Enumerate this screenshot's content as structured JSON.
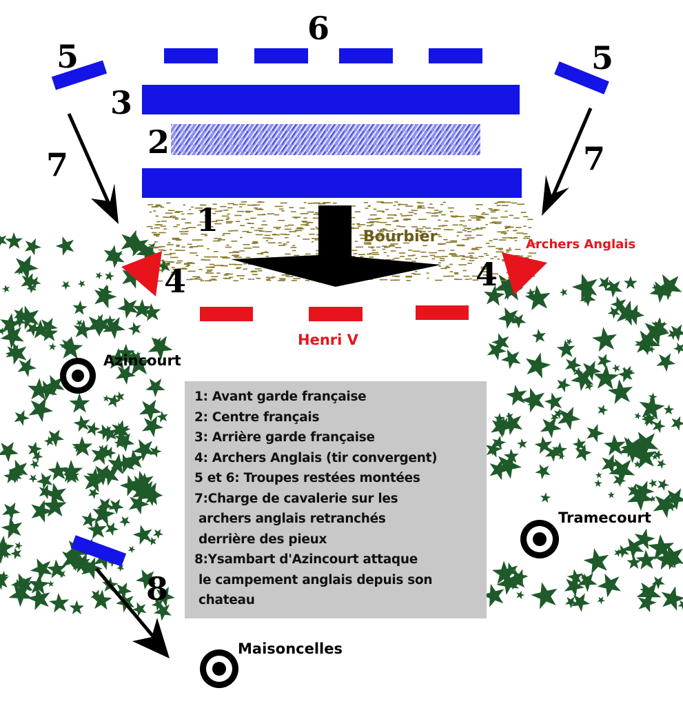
{
  "labels": {
    "n1": "1",
    "n2": "2",
    "n3": "3",
    "n4": "4",
    "n5": "5",
    "n6": "6",
    "n7": "7",
    "n8": "8",
    "bourbier": "Bourbier",
    "archers_anglais": "Archers Anglais",
    "henri_v": "Henri V"
  },
  "places": {
    "azincourt": "Azincourt",
    "tramecourt": "Tramecourt",
    "maisoncelles": "Maisoncelles"
  },
  "legend": [
    "1: Avant garde française",
    "2: Centre français",
    "3: Arrière garde française",
    "4: Archers Anglais (tir convergent)",
    "5 et 6: Troupes restées montées",
    "7:Charge de cavalerie sur les",
    "archers anglais retranchés",
    "derrière des pieux",
    "8:Ysambart d'Azincourt attaque",
    "le campement anglais depuis son",
    "chateau"
  ],
  "colors": {
    "french": "#1414e6",
    "english": "#e8141c",
    "forest": "#1f5a2a",
    "mud": "#8a7a2a",
    "legend_bg": "#c8c8c8"
  }
}
